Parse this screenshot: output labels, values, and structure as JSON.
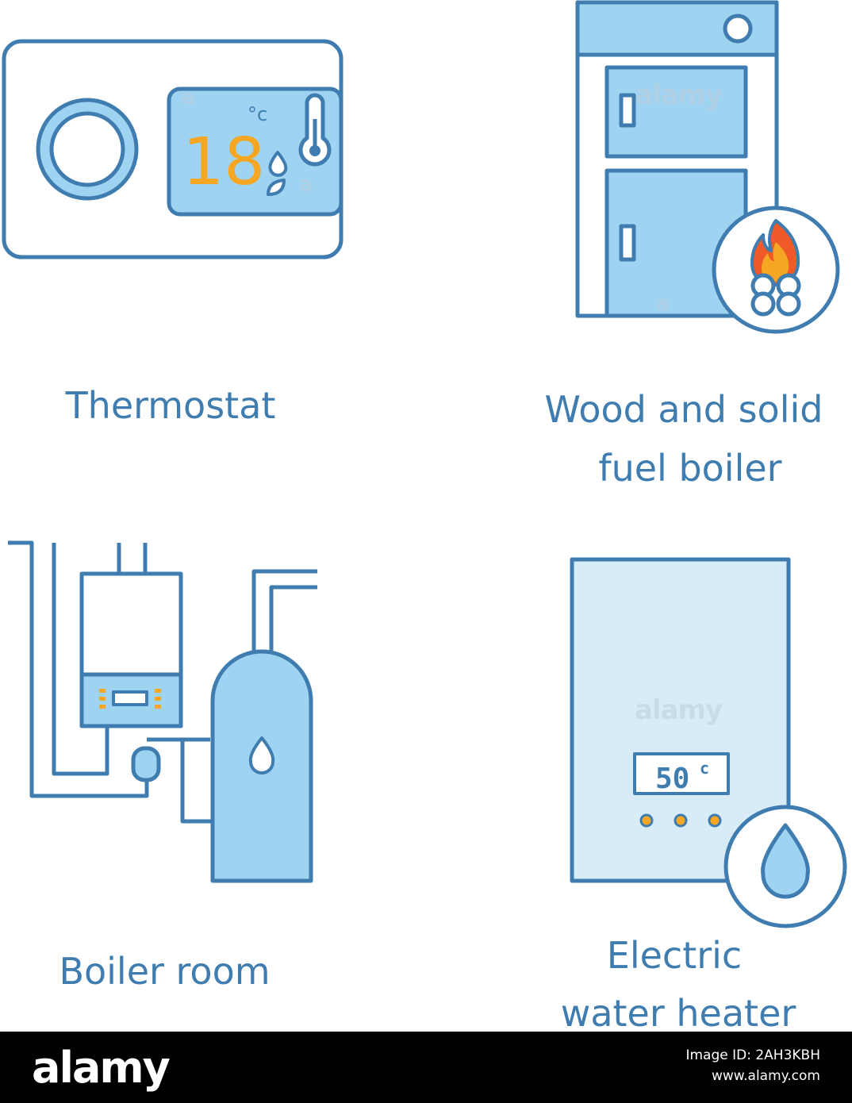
{
  "colors": {
    "stroke": "#3f7cb0",
    "fill": "#9fd3f2",
    "fill_light": "#d8ecf8",
    "accent": "#f5a623",
    "flame_red": "#f05a28",
    "background": "#ffffff",
    "footer": "#000000"
  },
  "icons": [
    {
      "name": "thermostat-icon",
      "label": "Thermostat",
      "display": {
        "temperature": "18",
        "unit": "°c"
      }
    },
    {
      "name": "solid-fuel-boiler-icon",
      "label_line1": "Wood and solid",
      "label_line2": "fuel boiler"
    },
    {
      "name": "boiler-room-icon",
      "label": "Boiler room"
    },
    {
      "name": "electric-water-heater-icon",
      "label_line1": "Electric",
      "label_line2": "water heater",
      "display": {
        "temperature": "50",
        "unit": "c"
      }
    }
  ],
  "watermark": {
    "text": "alamy",
    "text_alt": "a"
  },
  "footer": {
    "logo": "alamy",
    "image_id": "Image ID: 2AH3KBH",
    "url": "www.alamy.com"
  }
}
